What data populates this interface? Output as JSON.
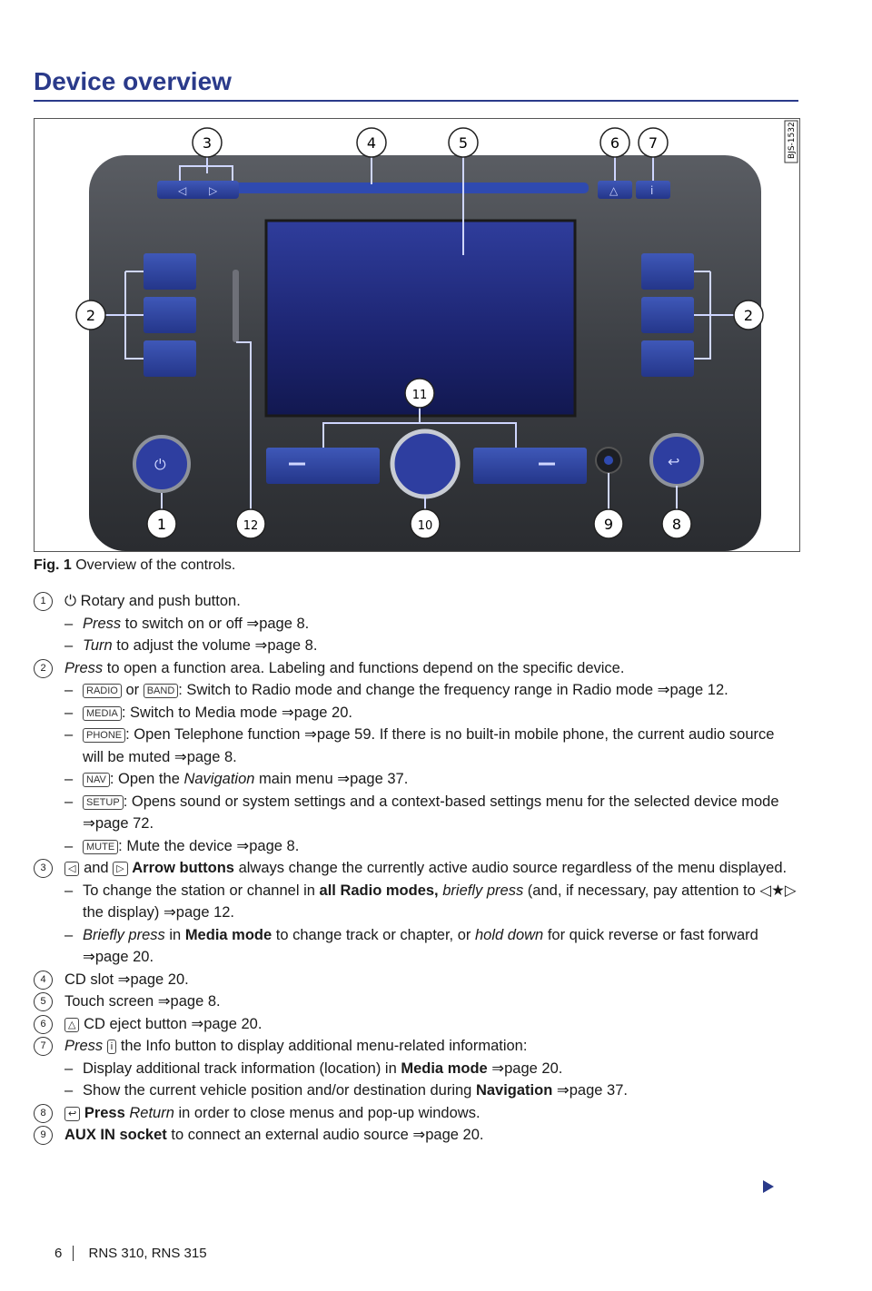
{
  "header": {
    "title": "Device overview"
  },
  "figure": {
    "code": "BJS-1532",
    "callouts": [
      "1",
      "2",
      "2",
      "3",
      "4",
      "5",
      "6",
      "7",
      "8",
      "9",
      "10",
      "11",
      "12"
    ],
    "caption_label": "Fig. 1",
    "caption_text": "Overview of the controls."
  },
  "items": [
    {
      "num": "1",
      "text": "Rotary and push button.",
      "subs": [
        {
          "em": "Press",
          "text": "to switch on or off ⇒page 8."
        },
        {
          "em": "Turn",
          "text": "to adjust the volume ⇒page 8."
        }
      ]
    },
    {
      "num": "2",
      "em": "Press",
      "text": "to open a function area. Labeling and functions depend on the specific device.",
      "keys": {
        "radio": "RADIO",
        "or": "or",
        "band": "BAND",
        "media": "MEDIA",
        "phone": "PHONE",
        "nav": "NAV",
        "setup": "SETUP",
        "mute": "MUTE"
      },
      "subs": [
        {
          "text": ": Switch to Radio mode and change the frequency range in Radio mode ⇒page 12."
        },
        {
          "text": ": Switch to Media mode ⇒page 20."
        },
        {
          "text": ": Open Telephone function ⇒page 59. If there is no built-in mobile phone, the current audio source will be muted ⇒page 8."
        },
        {
          "pre": ": Open the",
          "em": "Navigation",
          "text": "main menu ⇒page 37."
        },
        {
          "text": ": Opens sound or system settings and a context-based settings menu for the selected device mode ⇒page 72."
        },
        {
          "text": ": Mute the device ⇒page 8."
        }
      ]
    },
    {
      "num": "3",
      "and": "and",
      "bold": "Arrow buttons",
      "text": "always change the currently active audio source regardless of the menu displayed.",
      "subs": [
        {
          "pre": "To change the station or channel in",
          "bold": "all Radio modes,",
          "em": "briefly press",
          "text": "(and, if necessary, pay attention to ◁★▷ the display) ⇒page 12."
        },
        {
          "em": "Briefly press",
          "pre": "in",
          "bold": "Media mode",
          "text": "to change track or chapter, or",
          "em2": "hold down",
          "text2": "for quick reverse or fast forward ⇒page 20."
        }
      ]
    },
    {
      "num": "4",
      "text": "CD slot ⇒page 20."
    },
    {
      "num": "5",
      "text": "Touch screen ⇒page 8."
    },
    {
      "num": "6",
      "text": "CD eject button ⇒page 20."
    },
    {
      "num": "7",
      "em": "Press",
      "text": "the Info button to display additional menu-related information:",
      "subs": [
        {
          "pre": "Display additional track information (location) in",
          "bold": "Media mode",
          "text": "⇒page 20."
        },
        {
          "pre": "Show the current vehicle position and/or destination during",
          "bold": "Navigation",
          "text": "⇒page 37."
        }
      ]
    },
    {
      "num": "8",
      "bold": "Press",
      "em": "Return",
      "text": "in order to close menus and pop-up windows."
    },
    {
      "num": "9",
      "bold": "AUX IN socket",
      "text": "to connect an external audio source ⇒page 20."
    }
  ],
  "footer": {
    "page": "6",
    "model": "RNS 310, RNS 315"
  }
}
